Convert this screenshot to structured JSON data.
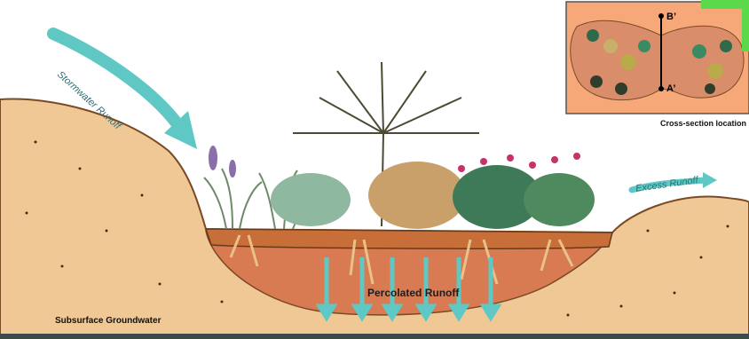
{
  "labels": {
    "stormwater_runoff": "Stormwater Runoff",
    "excess_runoff": "Excess Runoff",
    "percolated_runoff": "Percolated Runoff",
    "subsurface_groundwater": "Subsurface Groundwater",
    "cross_section_location": "Cross-section location",
    "marker_b": "B’",
    "marker_a": "A’"
  },
  "colors": {
    "sky": "#ffffff",
    "soil": "#f0c896",
    "soil_edge": "#7a4a24",
    "basin": "#d87a52",
    "mulch": "#c86e38",
    "water_arrow": "#5fc8c4",
    "inset_frame": "#f7a878",
    "accent_green": "#5bd94a",
    "bottom_band": "#3d4a4c"
  }
}
